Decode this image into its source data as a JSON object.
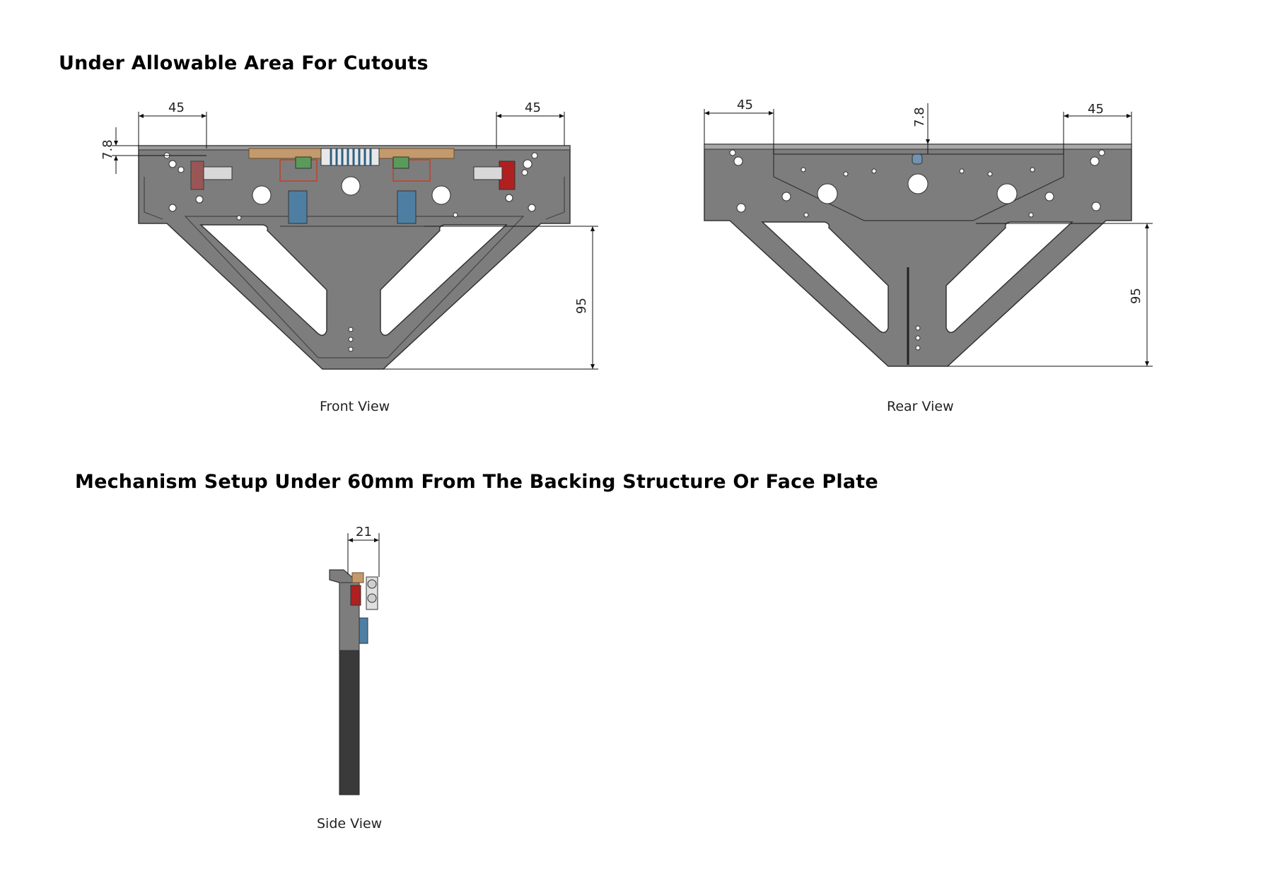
{
  "headings": {
    "cutouts": "Under Allowable Area For Cutouts",
    "mechanism": "Mechanism Setup Under 60mm From The Backing Structure Or Face Plate"
  },
  "views": {
    "front": {
      "caption": "Front View",
      "dims": {
        "left_width": "45",
        "right_width": "45",
        "top_height": "7.8",
        "depth": "95"
      }
    },
    "rear": {
      "caption": "Rear View",
      "dims": {
        "left_width": "45",
        "right_width": "45",
        "top_height": "7.8",
        "depth": "95"
      }
    },
    "side": {
      "caption": "Side View",
      "dims": {
        "width": "21"
      }
    }
  },
  "colors": {
    "plate": "#7d7d7d",
    "plate_dark": "#5e5e5e",
    "side_bar": "#3a3a3a",
    "spring": "#4e7fa3",
    "latch_red": "#b02020",
    "bracket_tan": "#c49a6c",
    "line": "#111111"
  }
}
